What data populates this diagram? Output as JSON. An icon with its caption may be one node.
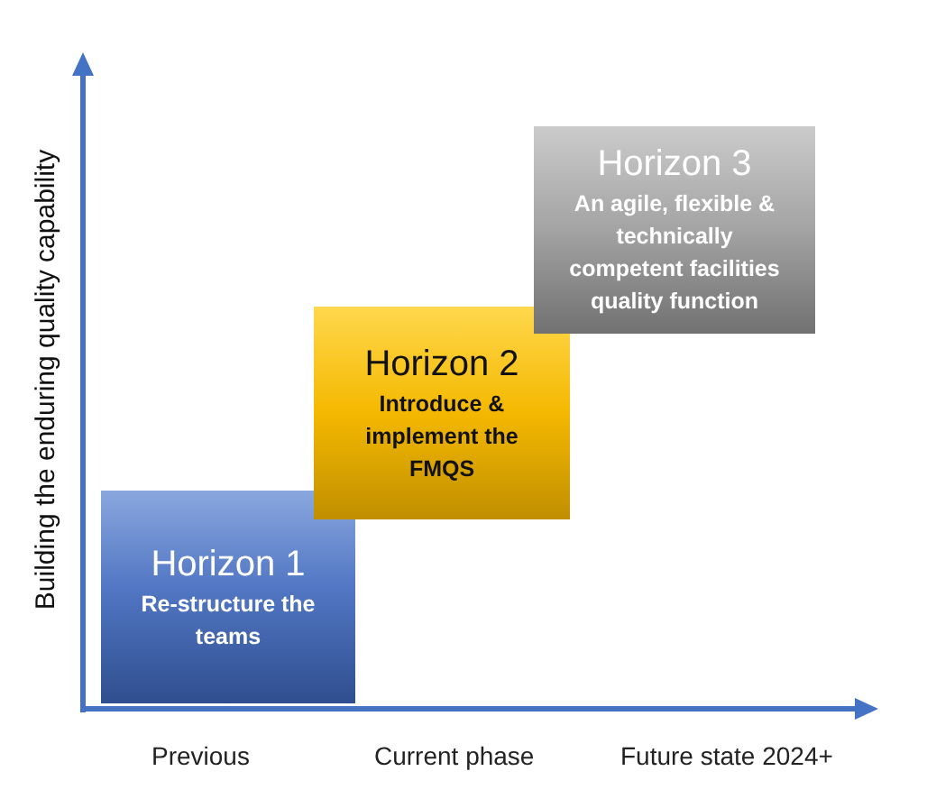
{
  "diagram": {
    "nodes": [
      {
        "text": [
          "Horizon 1",
          "Re-structure the teams"
        ]
      },
      {
        "text": [
          "Horizon 2",
          "Introduce & implement the FMQS"
        ]
      },
      {
        "text": [
          "Horizon 3",
          "An agile, flexible & technically competent facilities quality function"
        ]
      }
    ],
    "labels": [
      "Building the enduring quality capability",
      "Previous",
      "Current phase",
      "Future state 2024+"
    ]
  }
}
